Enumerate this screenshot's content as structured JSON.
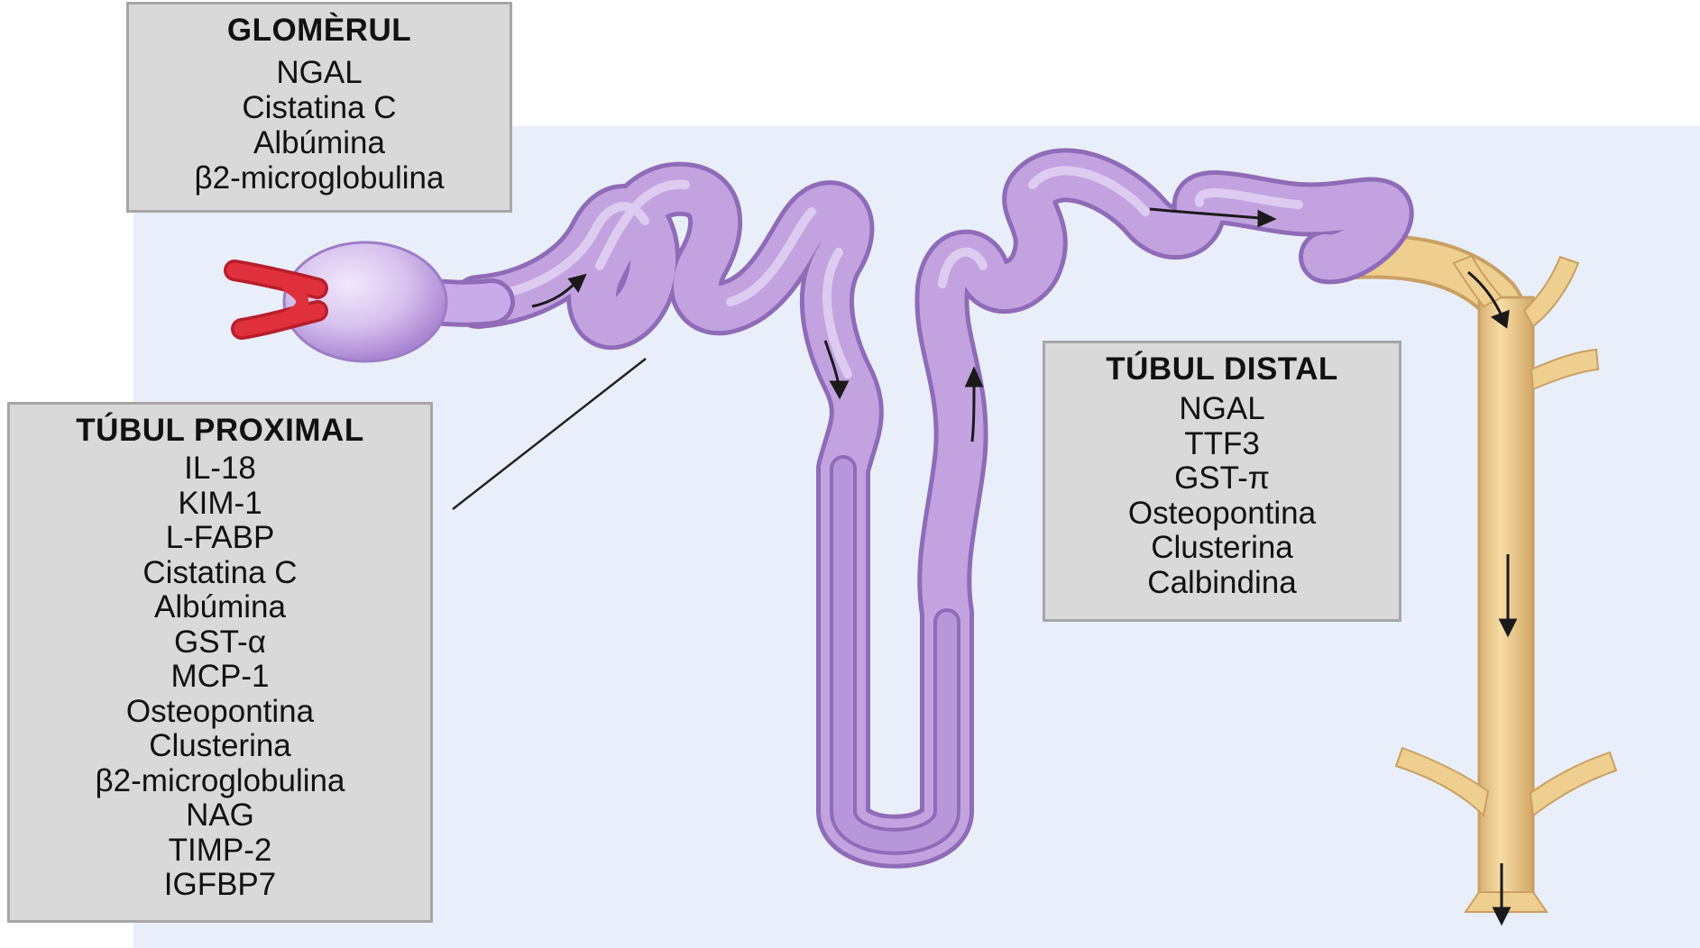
{
  "boxes": {
    "glomerul": {
      "title": "GLOMÈRUL",
      "items": [
        "NGAL",
        "Cistatina C",
        "Albúmina",
        "β2-microglobulina"
      ]
    },
    "proximal": {
      "title": "TÚBUL PROXIMAL",
      "items": [
        "IL-18",
        "KIM-1",
        "L-FABP",
        "Cistatina C",
        "Albúmina",
        "GST-α",
        "MCP-1",
        "Osteopontina",
        "Clusterina",
        "β2-microglobulina",
        "NAG",
        "TIMP-2",
        "IGFBP7"
      ]
    },
    "distal": {
      "title": "TÚBUL DISTAL",
      "items": [
        "NGAL",
        "TTF3",
        "GST-π",
        "Osteopontina",
        "Clusterina",
        "Calbindina"
      ]
    }
  },
  "colors": {
    "background_panel": "#e8effb",
    "box_fill": "#d9d9d9",
    "box_border": "#a6a6a6",
    "tubule": "#c2a3e0",
    "tubule_outline": "#8f6bb8",
    "collecting_duct": "#efcf8f",
    "collecting_outline": "#c9a063",
    "arteriole": "#e0303c",
    "arrow": "#1a1a1a"
  },
  "icons": {
    "glomerulus": "glomerulus-capsule-icon",
    "arteriole": "afferent-arteriole-icon",
    "flow_arrow": "flow-arrow-icon"
  }
}
